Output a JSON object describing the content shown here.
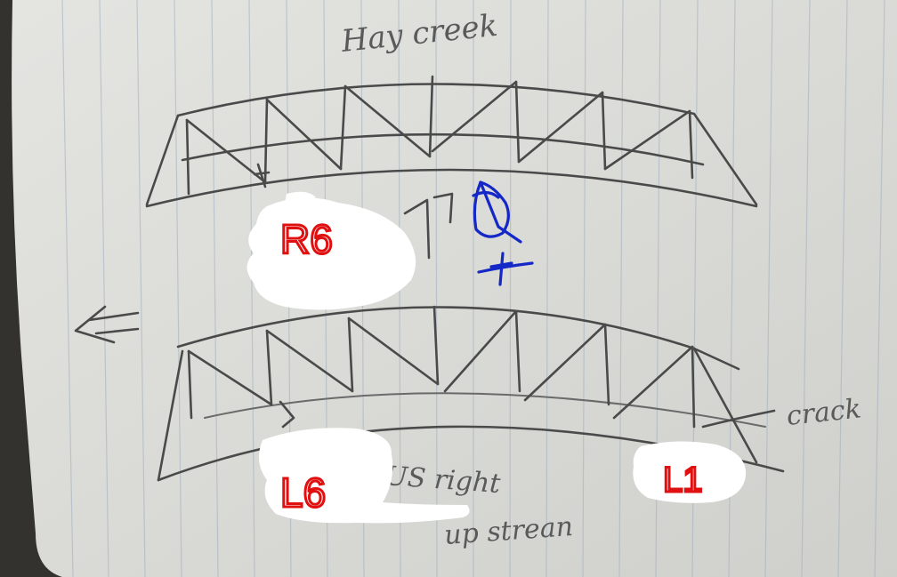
{
  "handwritten": {
    "title": "Hay creek",
    "crack_note": "crack",
    "us_right": "US right",
    "upstream": "up strean"
  },
  "labels": {
    "top_member": "R6",
    "bottom_left_member": "L6",
    "bottom_right_member": "L1"
  },
  "colors": {
    "paper": "#dcdcd8",
    "pencil": "#4a4a4a",
    "label_red": "#e01010",
    "blue_ink": "#1428c8",
    "redaction_white": "#ffffff"
  }
}
